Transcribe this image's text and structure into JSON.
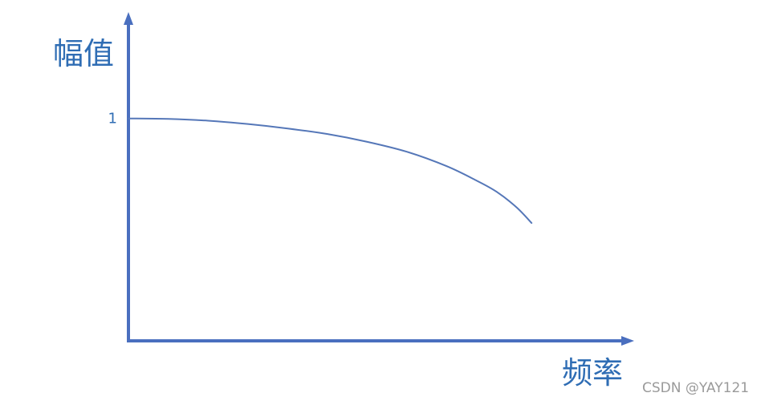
{
  "colors": {
    "axis": "#4a6fbf",
    "curve": "#5577b8",
    "label": "#2f6db4",
    "watermark": "#9a9a9a"
  },
  "chart_data": {
    "type": "line",
    "ylabel": "幅值",
    "xlabel": "频率",
    "ylim": [
      0,
      1.1
    ],
    "xlim": [
      0,
      1
    ],
    "y_ticks": [
      {
        "value": 1,
        "label": "1"
      }
    ],
    "grid": false,
    "legend": "none",
    "series": [
      {
        "x": [
          0,
          0.08,
          0.16,
          0.24,
          0.32,
          0.4,
          0.48,
          0.56,
          0.64,
          0.7,
          0.74,
          0.78,
          0.81
        ],
        "y": [
          1.0,
          0.998,
          0.99,
          0.975,
          0.955,
          0.93,
          0.895,
          0.85,
          0.785,
          0.72,
          0.67,
          0.6,
          0.53
        ]
      }
    ]
  },
  "watermark": {
    "text": "CSDN @YAY121"
  }
}
